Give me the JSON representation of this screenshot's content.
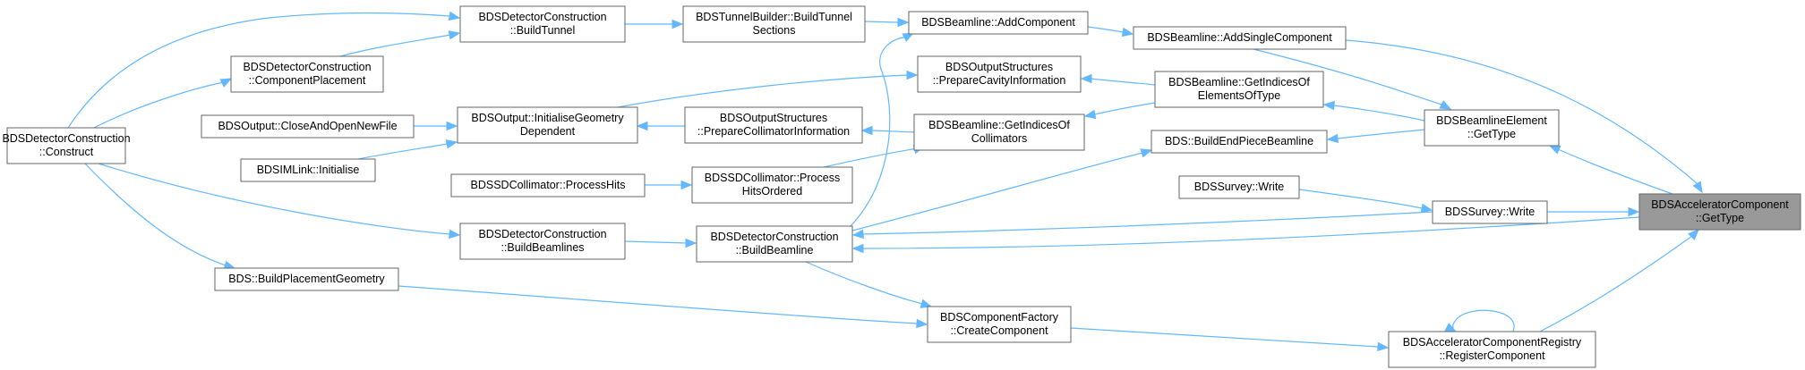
{
  "graph": {
    "nodes": [
      {
        "id": "construct",
        "lines": [
          "BDSDetectorConstruction",
          "::Construct"
        ]
      },
      {
        "id": "buildTunnel",
        "lines": [
          "BDSDetectorConstruction",
          "::BuildTunnel"
        ]
      },
      {
        "id": "componentPlacement",
        "lines": [
          "BDSDetectorConstruction",
          "::ComponentPlacement"
        ]
      },
      {
        "id": "closeAndOpen",
        "lines": [
          "BDSOutput::CloseAndOpenNewFile"
        ]
      },
      {
        "id": "imlinkInit",
        "lines": [
          "BDSIMLink::Initialise"
        ]
      },
      {
        "id": "ssdProcessHits",
        "lines": [
          "BDSSDCollimator::ProcessHits"
        ]
      },
      {
        "id": "buildBeamlines",
        "lines": [
          "BDSDetectorConstruction",
          "::BuildBeamlines"
        ]
      },
      {
        "id": "buildPlacementGeometry",
        "lines": [
          "BDS::BuildPlacementGeometry"
        ]
      },
      {
        "id": "tunnelBuilder",
        "lines": [
          "BDSTunnelBuilder::BuildTunnel",
          "Sections"
        ]
      },
      {
        "id": "initGeomDep",
        "lines": [
          "BDSOutput::InitialiseGeometry",
          "Dependent"
        ]
      },
      {
        "id": "prepCollInfo",
        "lines": [
          "BDSOutputStructures",
          "::PrepareCollimatorInformation"
        ]
      },
      {
        "id": "processHitsOrdered",
        "lines": [
          "BDSSDCollimator::Process",
          "HitsOrdered"
        ]
      },
      {
        "id": "buildBeamline",
        "lines": [
          "BDSDetectorConstruction",
          "::BuildBeamline"
        ]
      },
      {
        "id": "addComponent",
        "lines": [
          "BDSBeamline::AddComponent"
        ]
      },
      {
        "id": "prepCavityInfo",
        "lines": [
          "BDSOutputStructures",
          "::PrepareCavityInformation"
        ]
      },
      {
        "id": "indicesColl",
        "lines": [
          "BDSBeamline::GetIndicesOf",
          "Collimators"
        ]
      },
      {
        "id": "componentFactory",
        "lines": [
          "BDSComponentFactory",
          "::CreateComponent"
        ]
      },
      {
        "id": "addSingle",
        "lines": [
          "BDSBeamline::AddSingleComponent"
        ]
      },
      {
        "id": "indicesType",
        "lines": [
          "BDSBeamline::GetIndicesOf",
          "ElementsOfType"
        ]
      },
      {
        "id": "endPiece",
        "lines": [
          "BDS::BuildEndPieceBeamline"
        ]
      },
      {
        "id": "surveyWrite1",
        "lines": [
          "BDSSurvey::Write"
        ]
      },
      {
        "id": "beamlineElemGetType",
        "lines": [
          "BDSBeamlineElement",
          "::GetType"
        ]
      },
      {
        "id": "surveyWrite2",
        "lines": [
          "BDSSurvey::Write"
        ]
      },
      {
        "id": "registry",
        "lines": [
          "BDSAcceleratorComponentRegistry",
          "::RegisterComponent"
        ]
      },
      {
        "id": "accGetType",
        "lines": [
          "BDSAcceleratorComponent",
          "::GetType"
        ]
      }
    ],
    "edge_color": "#63b8ff",
    "focus_fill": "#999999",
    "node_border": "#666666"
  }
}
